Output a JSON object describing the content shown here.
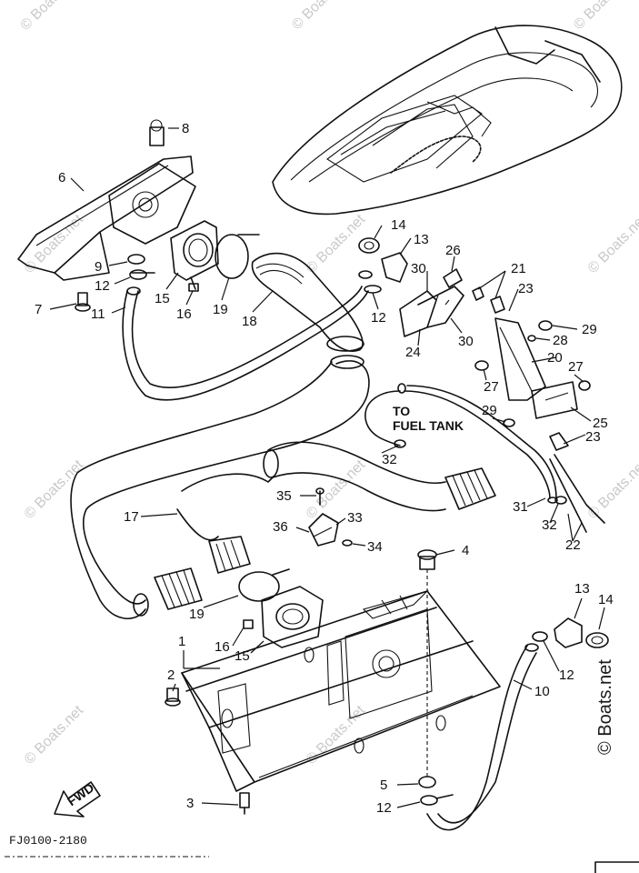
{
  "watermark": {
    "text": "© Boats.net",
    "side_text": "© Boats.net"
  },
  "notes": {
    "to_fuel_tank_line1": "TO",
    "to_fuel_tank_line2": "FUEL TANK",
    "fwd": "FWD",
    "figure_code": "FJ0100-2180"
  },
  "callouts": [
    "1",
    "2",
    "3",
    "4",
    "5",
    "6",
    "7",
    "8",
    "9",
    "10",
    "11",
    "12",
    "13",
    "14",
    "15",
    "16",
    "17",
    "18",
    "19",
    "20",
    "21",
    "22",
    "23",
    "24",
    "25",
    "26",
    "27",
    "28",
    "29",
    "30",
    "31",
    "32",
    "33",
    "34",
    "35",
    "36"
  ]
}
